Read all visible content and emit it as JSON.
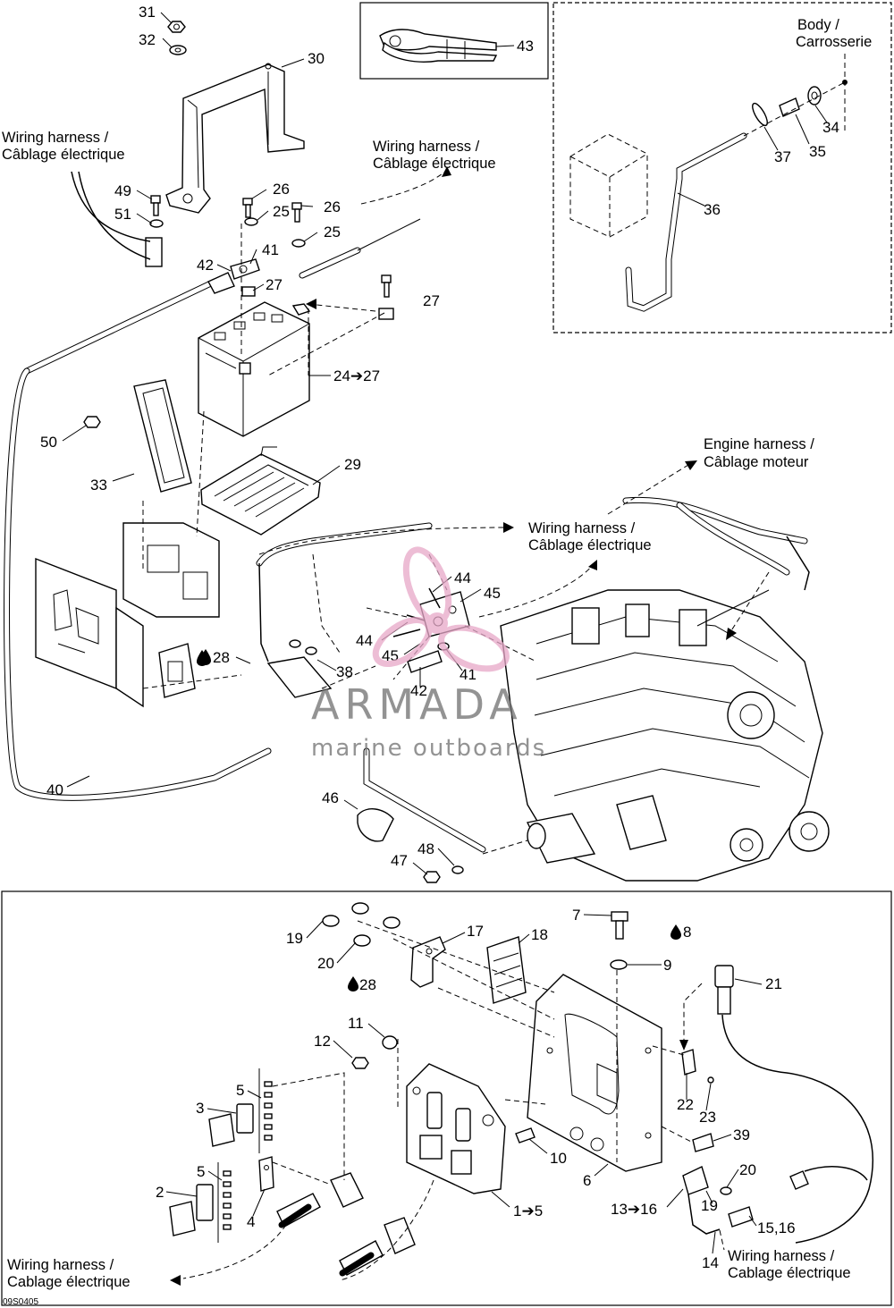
{
  "labels": {
    "wiring_harness_1": "Wiring harness /",
    "wiring_harness_1b": "Câblage électrique",
    "wiring_harness_2": "Wiring harness /",
    "wiring_harness_2b": "Câblage électrique",
    "wiring_harness_3": "Wiring harness /",
    "wiring_harness_3b": "Câblage électrique",
    "engine_harness": "Engine harness /",
    "engine_harness_b": "Câblage moteur",
    "body": "Body /",
    "body_b": "Carrosserie",
    "wiring_harness_4": "Wiring harness /",
    "wiring_harness_4b": "Cablage électrique",
    "wiring_harness_5": "Wiring harness /",
    "wiring_harness_5b": "Cablage électrique"
  },
  "callouts": {
    "c31": "31",
    "c32": "32",
    "c30": "30",
    "c49": "49",
    "c51": "51",
    "c26a": "26",
    "c25a": "25",
    "c26b": "26",
    "c25b": "25",
    "c41a": "41",
    "c42a": "42",
    "c27a": "27",
    "c27b": "27",
    "c24": "24➔27",
    "c50": "50",
    "c33": "33",
    "c29": "29",
    "c44a": "44",
    "c45a": "45",
    "c44b": "44",
    "c45b": "45",
    "c41b": "41",
    "c42b": "42",
    "c28a": "28",
    "c38": "38",
    "c40": "40",
    "c46": "46",
    "c47": "47",
    "c48": "48",
    "c43": "43",
    "c34": "34",
    "c35": "35",
    "c37": "37",
    "c36": "36",
    "c19a": "19",
    "c20a": "20",
    "c17": "17",
    "c18": "18",
    "c28b": "28",
    "c7": "7",
    "c8": "8",
    "c9": "9",
    "c21": "21",
    "c11": "11",
    "c12": "12",
    "c5a": "5",
    "c3": "3",
    "c5b": "5",
    "c2": "2",
    "c4": "4",
    "c1": "1➔5",
    "c10": "10",
    "c6": "6",
    "c22": "22",
    "c23": "23",
    "c39": "39",
    "c20b": "20",
    "c19b": "19",
    "c13": "13➔16",
    "c1516": "15,16",
    "c14": "14"
  },
  "watermark": {
    "brand": "ARMADA",
    "tagline": "marine outboards"
  },
  "drawing_code": "09S0405"
}
